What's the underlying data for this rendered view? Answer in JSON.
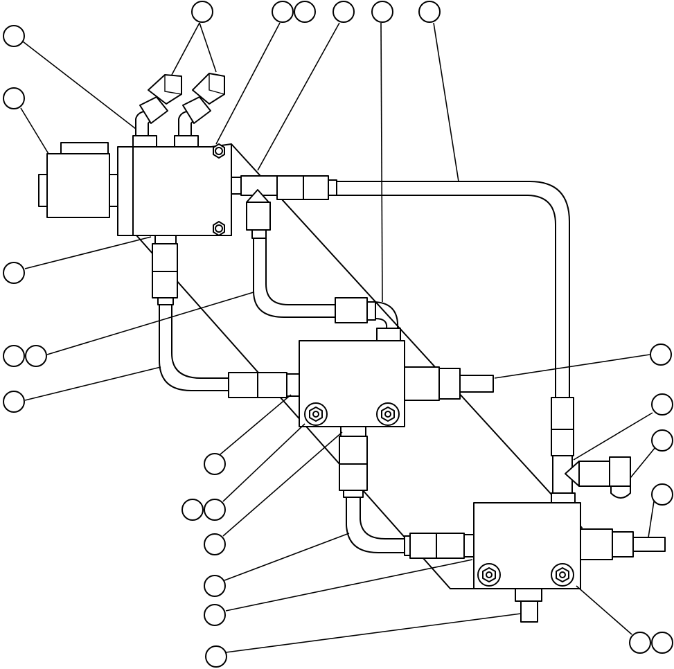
{
  "diagram": {
    "callouts": [
      {
        "id": "c1",
        "label": ""
      },
      {
        "id": "c2",
        "label": ""
      },
      {
        "id": "c3",
        "label": ""
      },
      {
        "id": "c4",
        "label": ""
      },
      {
        "id": "c5",
        "label": ""
      },
      {
        "id": "c6",
        "label": ""
      },
      {
        "id": "c7",
        "label": ""
      },
      {
        "id": "c8",
        "label": ""
      },
      {
        "id": "c9",
        "label": ""
      },
      {
        "id": "c10",
        "label": ""
      },
      {
        "id": "c11",
        "label": ""
      },
      {
        "id": "c12",
        "label": ""
      },
      {
        "id": "c13",
        "label": ""
      },
      {
        "id": "c14",
        "label": ""
      },
      {
        "id": "c15",
        "label": ""
      },
      {
        "id": "c16",
        "label": ""
      },
      {
        "id": "c17",
        "label": ""
      },
      {
        "id": "c18",
        "label": ""
      },
      {
        "id": "c19",
        "label": ""
      },
      {
        "id": "c20",
        "label": ""
      },
      {
        "id": "c21",
        "label": ""
      },
      {
        "id": "c22",
        "label": ""
      },
      {
        "id": "c23",
        "label": ""
      },
      {
        "id": "c24",
        "label": ""
      },
      {
        "id": "c25",
        "label": ""
      },
      {
        "id": "c26",
        "label": ""
      },
      {
        "id": "c27",
        "label": ""
      },
      {
        "id": "c28",
        "label": ""
      }
    ],
    "line_color": "#000000",
    "background": "#ffffff"
  }
}
